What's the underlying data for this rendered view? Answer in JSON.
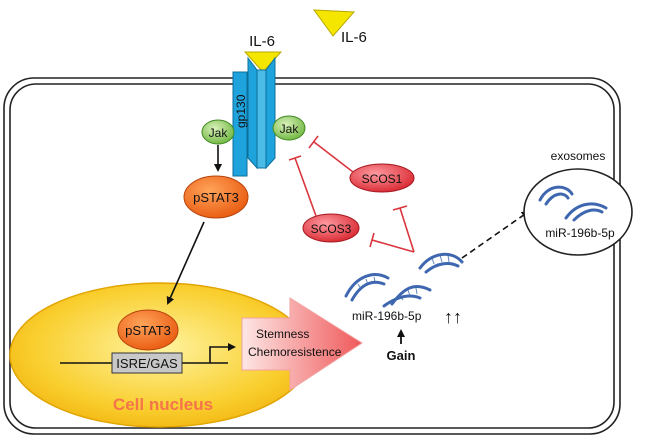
{
  "ligand": {
    "free_label": "IL-6",
    "bound_label": "IL-6"
  },
  "receptor": {
    "label": "gp130"
  },
  "jak": {
    "left_label": "Jak",
    "right_label": "Jak"
  },
  "pstat3": {
    "cytoplasm_label": "pSTAT3",
    "nucleus_label": "pSTAT3"
  },
  "nucleus": {
    "title": "Cell nucleus",
    "promoter_label": "ISRE/GAS"
  },
  "outcome": {
    "line1": "Stemness",
    "line2": "Chemoresistence"
  },
  "socs": {
    "socs1_label": "SCOS1",
    "socs3_label": "SCOS3"
  },
  "mirna": {
    "label": "miR-196b-5p",
    "arrows": "↑↑",
    "gain_label": "Gain"
  },
  "exosome": {
    "title": "exosomes",
    "label": "miR-196b-5p"
  },
  "colors": {
    "ligand": "#f5e600",
    "receptor": "#1fa3dc",
    "jak": "#86c85a",
    "pstat3": "#f06418",
    "nucleus": "#f7c21a",
    "socs": "#e0303a",
    "inhibit_line": "#d9363e",
    "rna": "#3f67b0"
  }
}
